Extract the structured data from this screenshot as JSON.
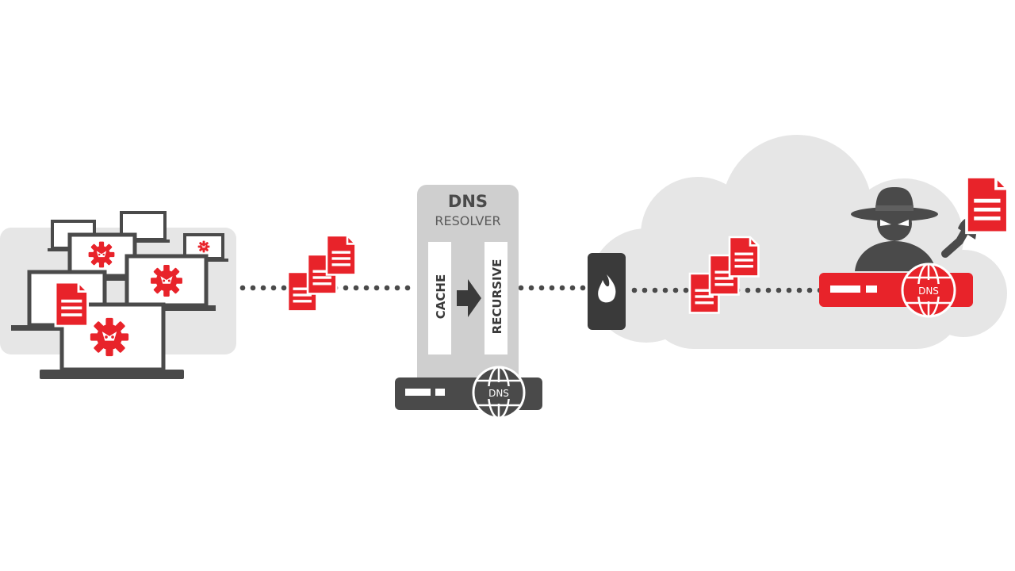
{
  "resolver": {
    "title": "DNS",
    "subtitle": "RESOLVER",
    "cache_label": "CACHE",
    "recursive_label": "RECURSIVE",
    "server_globe_label": "DNS"
  },
  "attacker": {
    "server_globe_label": "DNS"
  },
  "colors": {
    "accent_red": "#e8232a",
    "dark_gray": "#4a4a4a",
    "light_gray": "#e6e6e6",
    "panel_gray": "#cfcfcf"
  }
}
